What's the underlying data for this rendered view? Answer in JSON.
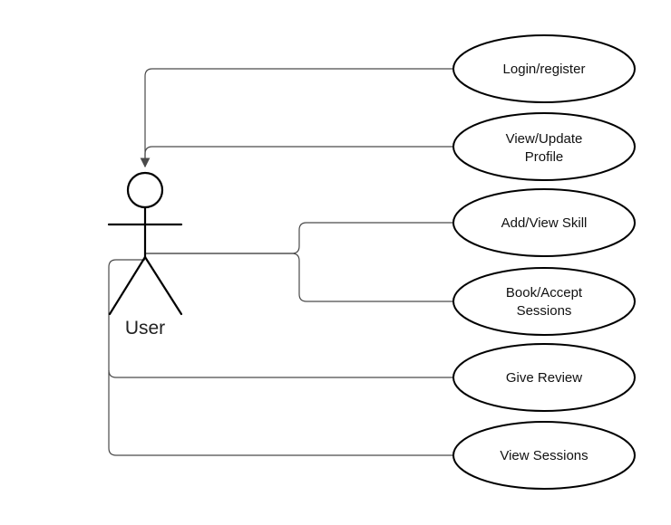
{
  "actor": {
    "label": "User"
  },
  "use_cases": [
    {
      "lines": [
        "Login/register"
      ]
    },
    {
      "lines": [
        "View/Update",
        "Profile"
      ]
    },
    {
      "lines": [
        "Add/View Skill"
      ]
    },
    {
      "lines": [
        "Book/Accept",
        "Sessions"
      ]
    },
    {
      "lines": [
        "Give Review"
      ]
    },
    {
      "lines": [
        "View Sessions"
      ]
    }
  ]
}
